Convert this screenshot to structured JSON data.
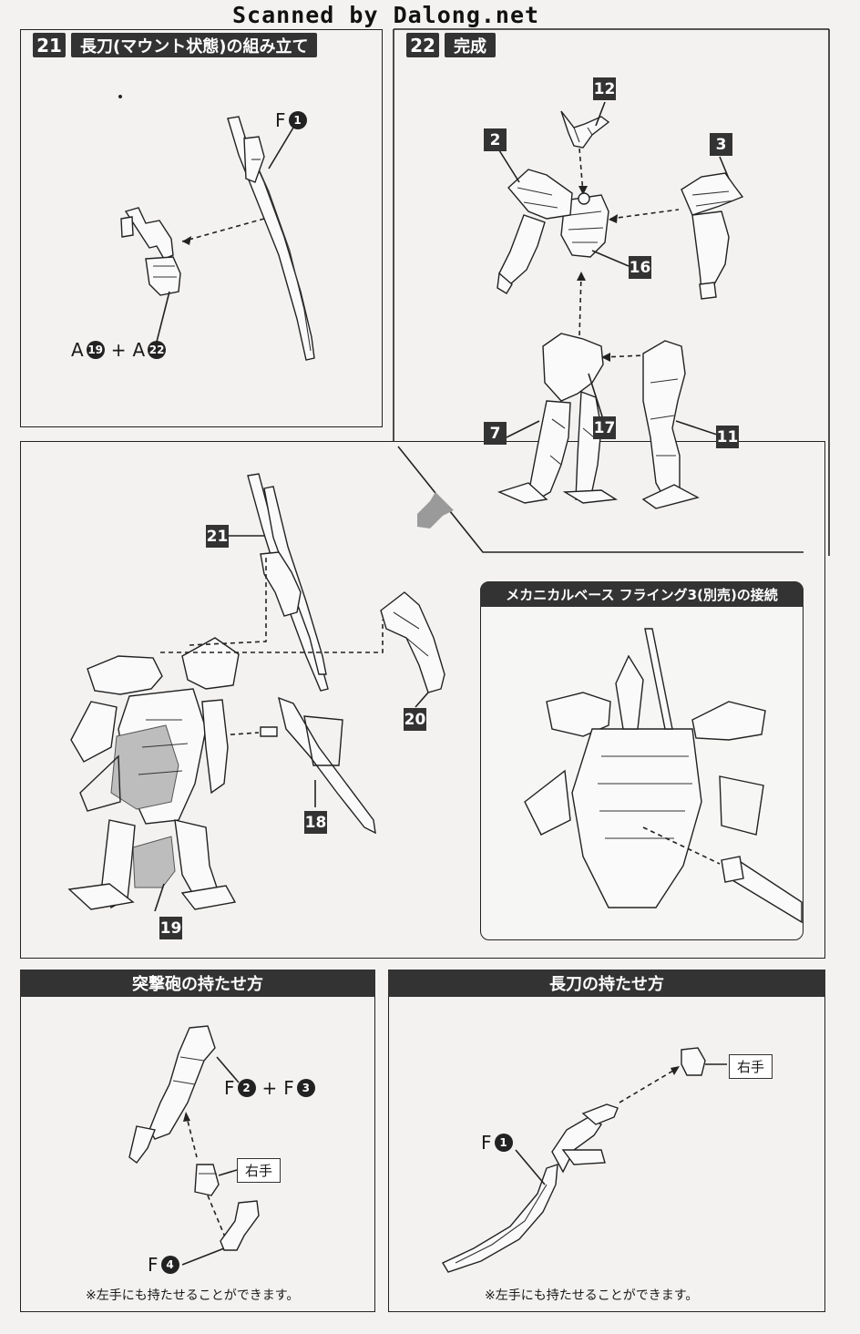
{
  "watermark": "Scanned by Dalong.net",
  "step21": {
    "number": "21",
    "title": "長刀(マウント状態)の組み立て",
    "part_blade": {
      "prefix": "F",
      "num": "1"
    },
    "part_mount": {
      "a1_prefix": "A",
      "a1_num": "19",
      "plus": "+",
      "a2_prefix": "A",
      "a2_num": "22"
    }
  },
  "step22": {
    "number": "22",
    "title": "完成",
    "callouts": [
      "12",
      "2",
      "3",
      "16",
      "7",
      "17",
      "11"
    ]
  },
  "assembly": {
    "callouts": [
      "21",
      "20",
      "18",
      "19"
    ]
  },
  "base_box": {
    "title": "メカニカルベース フライング3(別売)の接続"
  },
  "rifle_box": {
    "title": "突撃砲の持たせ方",
    "parts_a": {
      "p1": "F",
      "n1": "2",
      "plus": "+",
      "p2": "F",
      "n2": "3"
    },
    "hand_tag": "右手",
    "grip": {
      "p": "F",
      "n": "4"
    },
    "note": "※左手にも持たせることができます。"
  },
  "katana_box": {
    "title": "長刀の持たせ方",
    "hand_tag": "右手",
    "blade": {
      "p": "F",
      "n": "1"
    },
    "note": "※左手にも持たせることができます。"
  },
  "colors": {
    "label_bg": "#333333",
    "paper": "#f3f2f0",
    "ink": "#1a1a1a"
  }
}
